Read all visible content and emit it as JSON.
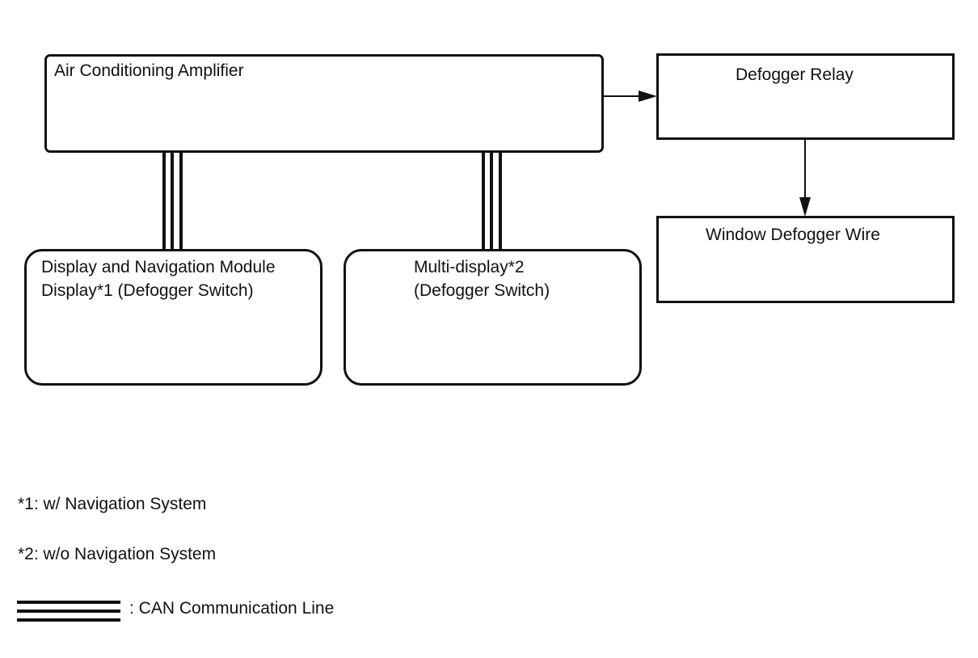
{
  "blocks": {
    "amplifier": "Air Conditioning Amplifier",
    "relay": "Defogger Relay",
    "defogger_wire": "Window Defogger Wire",
    "nav_module_line1": "Display and Navigation Module",
    "nav_module_line2": "Display*1 (Defogger Switch)",
    "multi_display_line1": "Multi-display*2",
    "multi_display_line2": "(Defogger Switch)"
  },
  "notes": {
    "note1": "*1: w/ Navigation System",
    "note2": "*2: w/o Navigation System",
    "can_legend": ": CAN Communication Line"
  }
}
